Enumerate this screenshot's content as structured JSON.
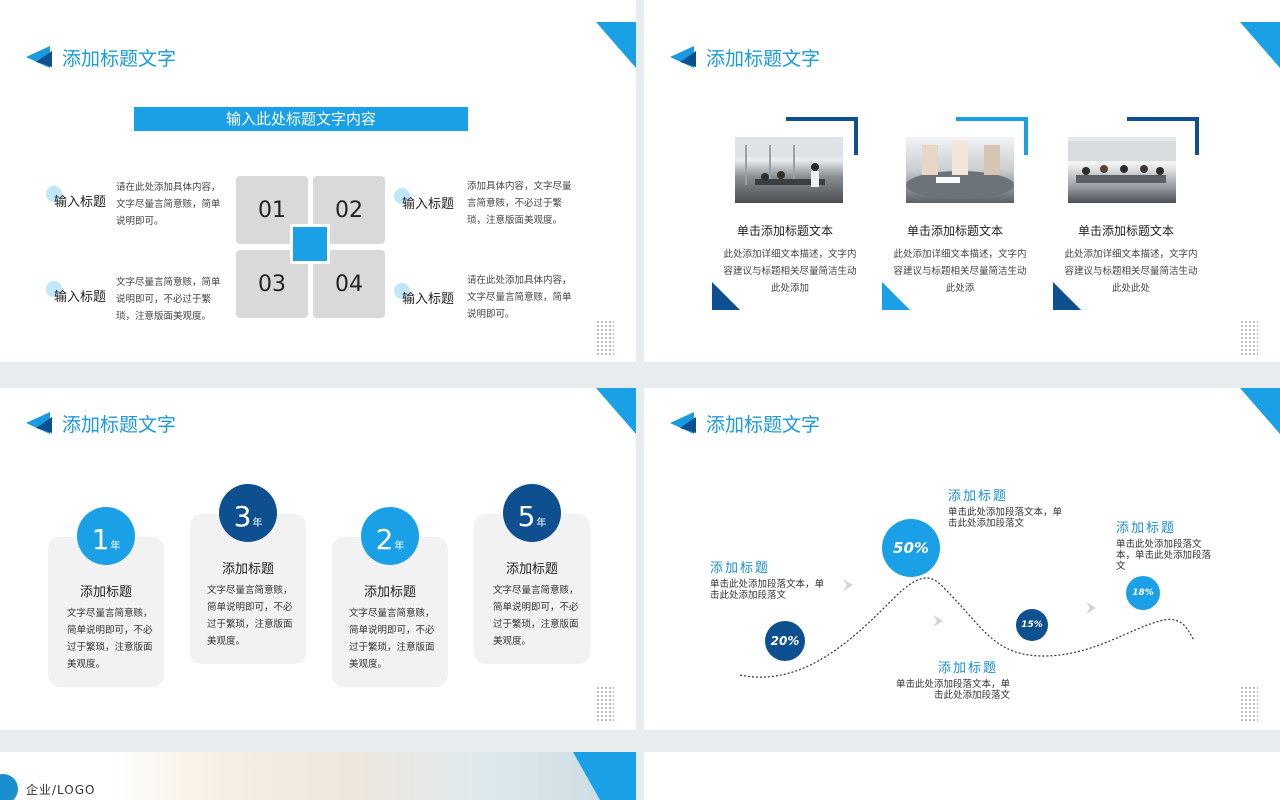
{
  "slides": {
    "s1": {
      "title": "添加标题文字",
      "bar_title": "输入此处标题文字内容",
      "items": [
        {
          "label": "输入标题",
          "desc": "请在此处添加具体内容，文字尽量言简意赅，简单说明即可。"
        },
        {
          "label": "输入标题",
          "desc": "文字尽量言简意赅，简单说明即可，不必过于繁琐，注意版面美观度。"
        },
        {
          "label": "输入标题",
          "desc": "添加具体内容，文字尽量言简意赅，不必过于繁琐，注意版面美观度。"
        },
        {
          "label": "输入标题",
          "desc": "请在此处添加具体内容，文字尽量言简意赅，简单说明即可。"
        }
      ],
      "numbers": [
        "01",
        "02",
        "03",
        "04"
      ]
    },
    "s2": {
      "title": "添加标题文字",
      "cards": [
        {
          "title": "单击添加标题文本",
          "desc": "此处添加详细文本描述，文字内容建议与标题相关尽量简洁生动此处添加"
        },
        {
          "title": "单击添加标题文本",
          "desc": "此处添加详细文本描述，文字内容建议与标题相关尽量简洁生动此处添"
        },
        {
          "title": "单击添加标题文本",
          "desc": "此处添加详细文本描述，文字内容建议与标题相关尽量简洁生动此处此处"
        }
      ],
      "colors": {
        "light": "#1aa0e6",
        "dark": "#0d4f8f"
      }
    },
    "s3": {
      "title": "添加标题文字",
      "cards": [
        {
          "num": "1",
          "unit": "年",
          "title": "添加标题",
          "desc": "文字尽量言简意赅，简单说明即可，不必过于繁琐，注意版面美观度。"
        },
        {
          "num": "3",
          "unit": "年",
          "title": "添加标题",
          "desc": "文字尽量言简意赅，简单说明即可，不必过于繁琐，注意版面美观度。"
        },
        {
          "num": "2",
          "unit": "年",
          "title": "添加标题",
          "desc": "文字尽量言简意赅，简单说明即可，不必过于繁琐，注意版面美观度。"
        },
        {
          "num": "5",
          "unit": "年",
          "title": "添加标题",
          "desc": "文字尽量言简意赅，简单说明即可，不必过于繁琐，注意版面美观度。"
        }
      ]
    },
    "s4": {
      "title": "添加标题文字",
      "blocks": [
        {
          "title": "添加标题",
          "desc": "单击此处添加段落文本，单击此处添加段落文"
        },
        {
          "title": "添加标题",
          "desc": "单击此处添加段落文本，单击此处添加段落文"
        },
        {
          "title": "添加标题",
          "desc": "单击此处添加段落文本，单击此处添加段落文"
        },
        {
          "title": "添加标题",
          "desc": "单击此处添加段落文本，单击此处添加段落文"
        }
      ],
      "percents": [
        "20%",
        "50%",
        "15%",
        "18%"
      ]
    },
    "s5": {
      "logo": "企业/LOGO"
    }
  }
}
